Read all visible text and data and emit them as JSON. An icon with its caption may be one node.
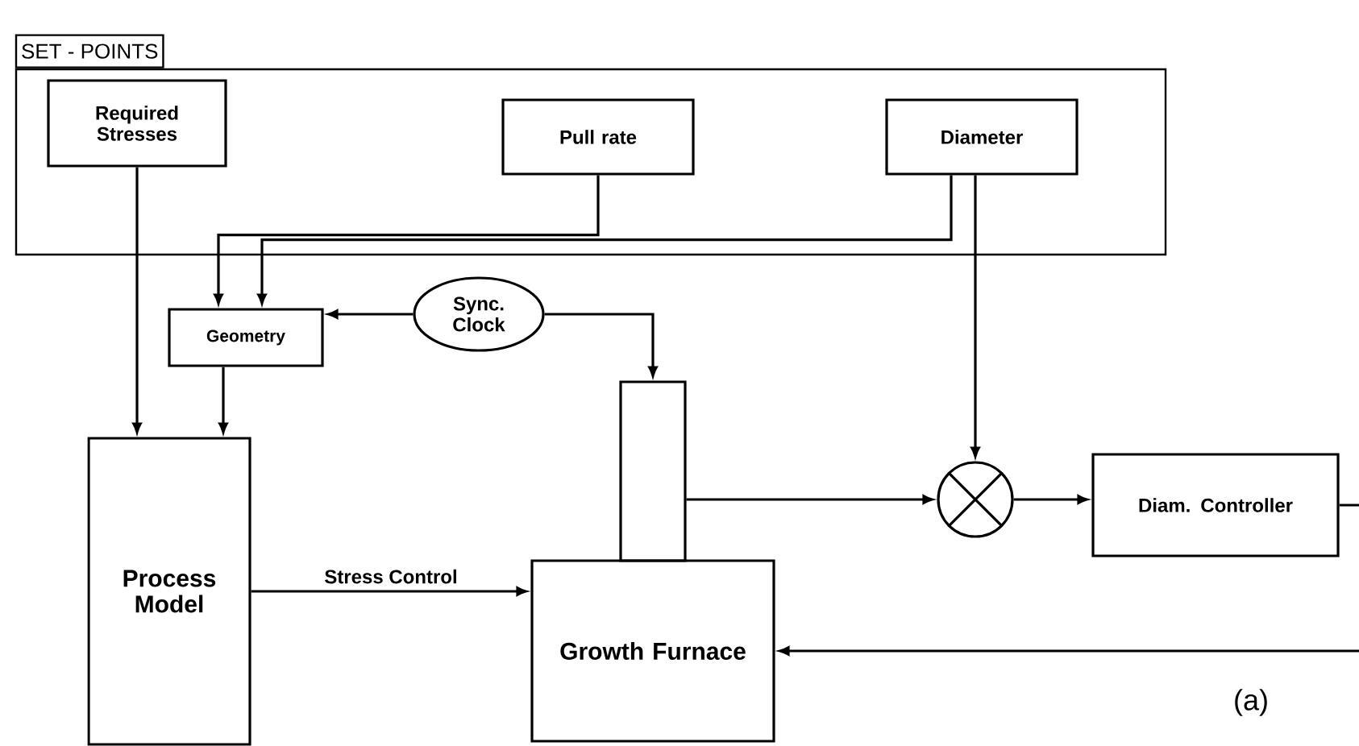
{
  "diagram": {
    "nodes": [
      {
        "text": [
          "SET - POINTS"
        ]
      },
      {
        "text": [
          "Required Stresses"
        ],
        "in": 0
      },
      {
        "text": [
          "Pull rate"
        ],
        "in": 0
      },
      {
        "text": [
          "Diameter"
        ],
        "in": 0
      },
      {
        "text": [
          "Geometry"
        ]
      },
      {
        "text": [
          "Sync. Clock"
        ]
      },
      {
        "text": [
          "Process Model"
        ]
      },
      {
        "text": [
          "Growth Furnace"
        ]
      },
      {
        "text": [],
        "shape": "box"
      },
      {
        "text": [],
        "shape": "circle"
      },
      {
        "text": [
          "Diam. Controller"
        ]
      }
    ],
    "edges": [
      {
        "from": 1,
        "to": 6,
        "arrow": "to"
      },
      {
        "from": 2,
        "to": 4,
        "arrow": "to"
      },
      {
        "from": 3,
        "to": 4,
        "arrow": "to"
      },
      {
        "from": 3,
        "to": 9,
        "arrow": "to"
      },
      {
        "from": 5,
        "to": 4,
        "arrow": "to"
      },
      {
        "from": 5,
        "to": 8,
        "arrow": "to"
      },
      {
        "from": 4,
        "to": 6,
        "arrow": "to"
      },
      {
        "from": 6,
        "to": 7,
        "arrow": "to",
        "label": "Stress Control"
      },
      {
        "from": 8,
        "to": 9,
        "arrow": "to"
      },
      {
        "from": 9,
        "to": 10,
        "arrow": "to"
      },
      {
        "from": 10,
        "to": null,
        "arrow": "none"
      },
      {
        "from": null,
        "to": 7,
        "arrow": "to"
      }
    ],
    "labels": [
      "(a)"
    ]
  }
}
